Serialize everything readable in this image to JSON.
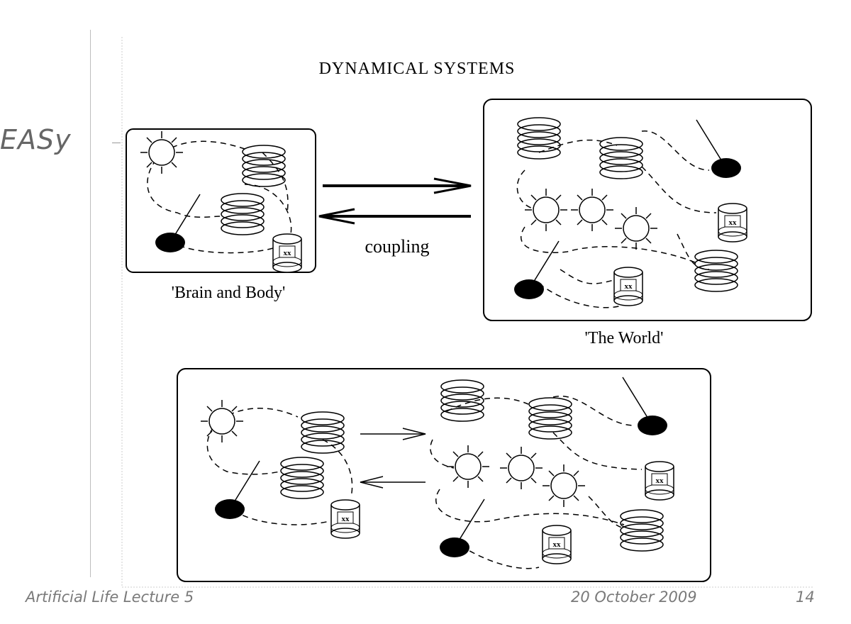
{
  "slide": {
    "brand": "EASy",
    "footer_left": "Artificial Life Lecture 5",
    "footer_date": "20 October 2009",
    "footer_page": "14"
  },
  "diagram": {
    "title": "DYNAMICAL SYSTEMS",
    "brain_body_label": "'Brain and Body'",
    "world_label": "'The World'",
    "coupling_label": "coupling",
    "cylinder_mark": "xx"
  }
}
